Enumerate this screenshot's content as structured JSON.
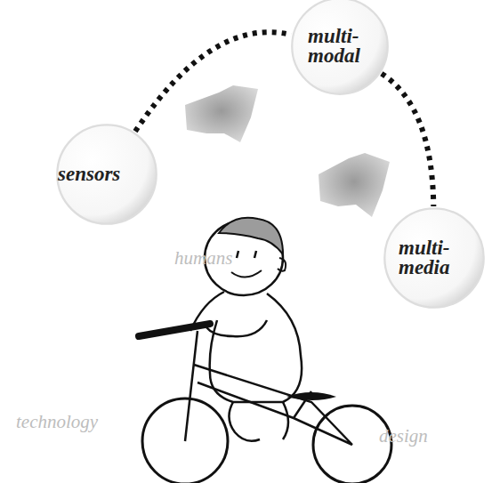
{
  "diagram": {
    "nodes": [
      {
        "text": [
          "multi- modal"
        ]
      },
      {
        "text": [
          "sensors"
        ]
      },
      {
        "text": [
          "multi- media"
        ]
      }
    ],
    "edges": [
      {
        "from": 1,
        "to": 0,
        "arrow": "none"
      },
      {
        "from": 0,
        "to": 2,
        "arrow": "none"
      }
    ],
    "labels": [
      "humans",
      "technology",
      "design"
    ]
  }
}
